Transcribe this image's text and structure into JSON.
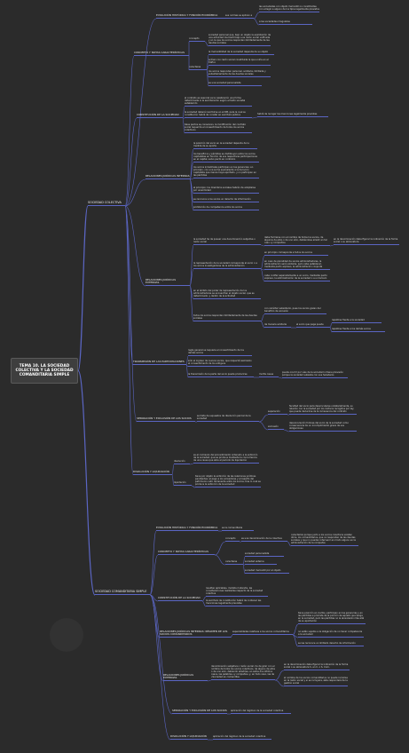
{
  "colors": {
    "background": "#2b2b2b",
    "wire": "#5b66c4",
    "text": "#d8d8d8"
  },
  "root": {
    "label": "TEMA 10. LA SOCIEDAD COLECTIVA Y LA SOCIEDAD COMANDITARIA SIMPLE"
  },
  "nodes": {
    "colectiva": "SOCIEDAD COLECTIVA",
    "c_evol": "EVOLUCIÓN HISTÓRICA Y FUNCIÓN ECONÓMICA",
    "c_evol_a": "sus normas se aplican a",
    "c_evol_a1": "las sociedades con objeto mercantil no constituidas con arreglo a alguno de los tipos legalmente previstos",
    "c_evol_a2": "a las sociedades irregulares",
    "c_concepto": "CONCEPTO Y NOTAS CARACTERÍSTICAS",
    "c_concepto_k": "concepto",
    "c_concepto_k1": "sociedad personal que, bajo un objeto la explotación de una actividad mercantil bajo una razón social unificada y en la que los socios responden ilimitadamente de las deudas sociales",
    "c_caract": "caracteres",
    "c_caract_1": "la mercantilidad de la sociedad depende de su objeto",
    "c_caract_2": "actúan con razón social constituida la que uniría en el tráfico",
    "c_caract_3": "los socios responden personal, solidaria, ilimitada y subsidiariamente de las deudas sociales",
    "c_caract_4": "es una sociedad personalista",
    "c_const": "CONSTITUCIÓN DE LA SOCIEDAD",
    "c_const_1": "el contrato es esencial es la celebración una forma determinada ni la escrituración según el texto societal establecido",
    "c_const_2": "la sociedad deberá inscribirse en el RM, para la cual su constitución habrá de constar en escritura pública",
    "c_const_2a": "habrá de recoger las menciones legalmente previstas",
    "c_const_3": "tales pactos se conservan, la modificación del contrato social requerirá el consentimiento de todos los socios colectivos",
    "c_rint": "RELACIONES JURÍDICAS INTERNAS",
    "c_rint_1": "la posición del socio en la sociedad depende de la medida de su aporte",
    "c_rint_2": "los beneficios y pérdidas se distribuyen entre los socios capitalistas en función de sus respectivas participaciones en el capital, salvo pacto en contrario",
    "c_rint_3": "los socios industriales participan en las ganancias; en principio, con una suma equivalente a la del socio capitalista que menos haya aportado, y no participan en las pérdidas",
    "c_rint_4": "el principio: los miembros sociales habrán de adoptarse por unanimidad",
    "c_rint_5": "se reconoce a los socios un derecho de información",
    "c_rint_6": "prohibición de competencia entre los socios",
    "c_rext": "RELACIONES JURÍDICAS EXTERNAS",
    "c_rext_1": "la sociedad ha de poseer una denominación subjetiva o razón social",
    "c_rext_1a": "debe formarse con el nombre de todos los socios, de algunos de ellos o de uno sólo, debiéndose añadir en tal caso «y compañía»",
    "c_rext_1b": "en la denominación deba figurar la indicación de la forma social o su abreviatura",
    "c_rext_2": "la representación de la sociedad corresponde al socio o a los socios investigadores de la administración",
    "c_rext_2a": "en principio corresponde a todos los socios",
    "c_rext_2b": "en caso de pluralidad de socios administradores, la administración será solidaria, pero cabe establecer, mediante pacto expreso, la administración conjunta",
    "c_rext_2c": "cabe confiar separadamente a un socio, mediante pacto expreso, la administración de la sociedad o a un tercero",
    "c_rext_3": "en el ámbito del poder de representación de los administradores se encuentran el objeto social, que es determinado, y dentro de la actividad",
    "c_rext_4": "todos los socios responden ilimitadamente de las deudas sociales",
    "c_rext_4a": "con carácter subsidiario, pues los socios gozan del beneficio de excusión",
    "c_rext_4b": "de manera solidaria",
    "c_rext_4b1": "el socio que paga puede",
    "c_rext_4b1a": "repetirse frente a la sociedad",
    "c_rext_4b1b": "repetirse frente a los demás socios",
    "c_trans": "TRANSMISIÓN DE LAS PARTICIPACIONES",
    "c_trans_1": "regla general se requiere el consentimiento de los demás socios",
    "c_trans_2": "sólo el ingreso de nuevos socios, que requerirá asimismo el consentimiento de los antiguos",
    "c_trans_3": "la transmisión de la parte del socio puede producirse",
    "c_trans_3a": "mortis causa",
    "c_trans_3b": "puede ocurrir por vías de la sociedad ni tiene previsión porque la sociedad subsiste con sus herederos",
    "c_sep": "SEPARACIÓN Y EXCLUSIÓN DE LOS SOCIOS",
    "c_sep_1": "se trata de supuestos de disolución parcial de la sociedad",
    "c_sep_1a": "separación",
    "c_sep_1a1": "facultad del socio para desvincularse unilateralmente, su relación con la sociedad por los motivos recogidos por ley, que puede deducirse de la inmanencia del contrato",
    "c_sep_1b": "exclusión",
    "c_sep_1b1": "desvinculación forzosa del socio de la sociedad como consecuencia de un incumplimiento grave de sus obligaciones",
    "c_dis": "DISOLUCIÓN Y LIQUIDACIÓN",
    "c_dis_1": "disolución",
    "c_dis_1a": "es el comienzo del procedimiento ordenado a la extinción de la sociedad, que se produce mediante la concurrencia de una causa que abre el período de liquidación",
    "c_dis_2": "liquidación",
    "c_dis_2a": "tiene por objeto la extinción de las relaciones jurídicas pendientes: el pago a los acreedores y el reparto del patrimonio neto remanente entre los socios, tras lo cual se produce la extinción de la sociedad",
    "comanditaria": "SOCIEDAD COMANDITARIA SIMPLE",
    "s_evol": "EVOLUCIÓN HISTÓRICA Y FUNCIÓN ECONÓMICA",
    "s_evol_a": "es la comanditaria",
    "s_concepto": "CONCEPTO Y NOTAS CARACTERÍSTICAS",
    "s_concepto_k": "concepto",
    "s_concepto_k1": "es una denominación de la colectiva",
    "s_concepto_k1a": "caracteriza porque junto a los socios colectivos existen otros, los comanditarios, que no responden de las deudas sociales y que no pueden intervenir en modo alguno en la administración de la compañía",
    "s_caract": "caracteres",
    "s_caract_1": "sociedad personalista",
    "s_caract_2": "sociedad externa",
    "s_caract_3": "sociedad mercantil por el objeto",
    "s_const": "CONSTITUCIÓN DE LA SOCIEDAD",
    "s_const_1": "resultan aplicables, mutatis mutandis, las consideraciones realizadas respecto de la sociedad colectiva",
    "s_const_2": "la escritura de constitución habrá de contener las menciones legalmente previstas",
    "s_rint": "RELACIONES JURÍDICAS INTERNAS: RÉGIMEN DE LOS SOCIOS COMANDITARIOS",
    "s_rint_a": "especialidades relativas a los socios comanditarios",
    "s_rint_a1": "tiene posición en ciertos, participan en las ganancias y en las pérdidas a prorrata de la porción de aquello que tenga en la sociedad, pero las pérdidas no le alcanzarán más allá de su aportación",
    "s_rint_a2": "no están sujetos a la obligación de no hacer competencia a la sociedad",
    "s_rint_a3": "se les reconoce un limitado derecho de información",
    "s_rext": "RELACIONES JURÍDICAS EXTERNAS",
    "s_rext_1": "denominación subjetiva o razón social, ha de girar con el nombre de todos los socios colectivos, de alguno de ellos o de uno solo, debiendo añadirse, en estos dos últimos casos, las palabras «y compañía» y, en todo caso, las de «Sociedad en comandita»",
    "s_rext_1a": "en la denominación deba figurar la indicación de la forma social o su abreviatura S. en C. o S. Com.",
    "s_rext_1b": "el nombre de los socios comanditarios no puede incluirse en la razón social y si se incluyera, éste responderá de la gestión social",
    "s_trans": "SEPARACIÓN Y EXCLUSIÓN DE LOS SOCIOS",
    "s_trans_a": "aplicación del régimen de la sociedad colectiva",
    "s_dis": "DISOLUCIÓN Y LIQUIDACIÓN",
    "s_dis_a": "aplicación del régimen de la sociedad colectiva"
  }
}
